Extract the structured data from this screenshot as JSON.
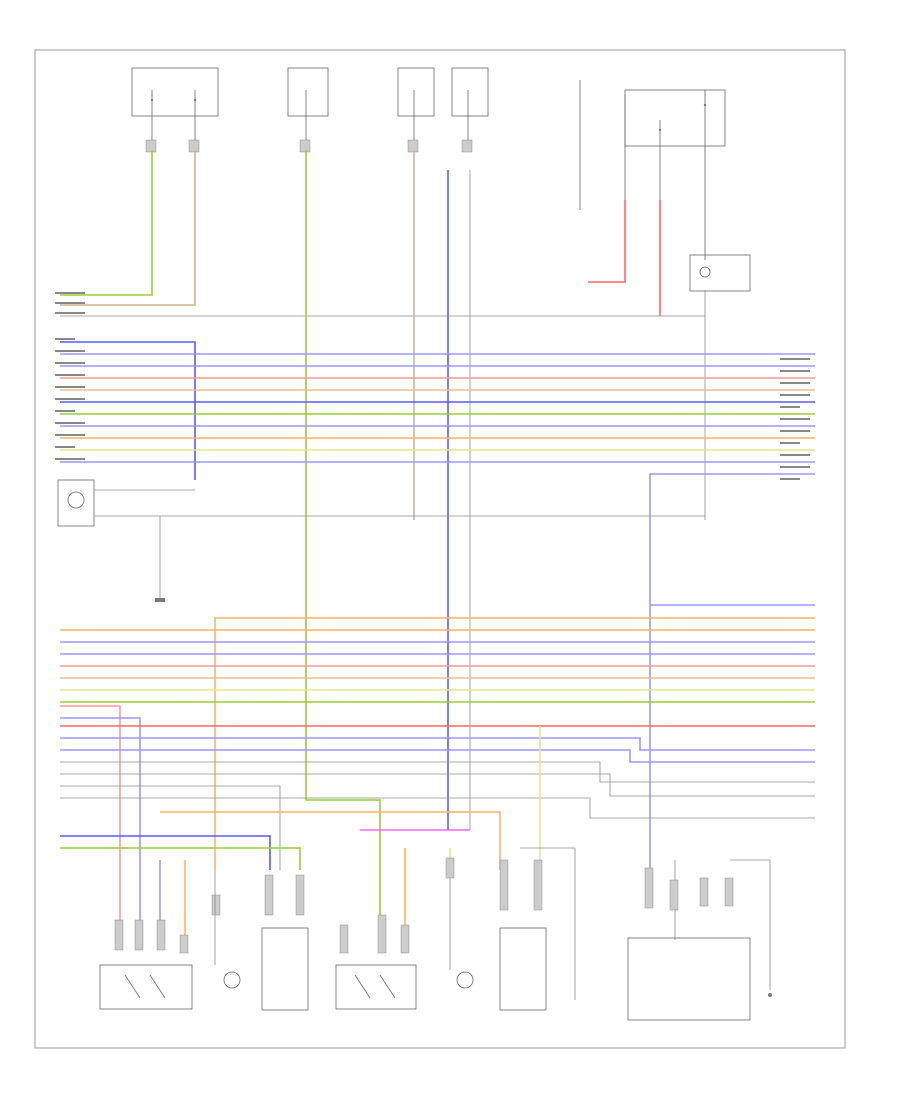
{
  "diagram": {
    "page_label": "",
    "top_fuse_blocks": [
      {
        "id": "fuse-1",
        "label": ""
      },
      {
        "id": "fuse-2",
        "label": ""
      },
      {
        "id": "fuse-3",
        "label": ""
      },
      {
        "id": "fuse-4",
        "label": ""
      },
      {
        "id": "fuse-5",
        "label": ""
      }
    ],
    "components": [
      {
        "id": "left-sliding-switch",
        "caption": ""
      },
      {
        "id": "left-sliding-motor",
        "caption": ""
      },
      {
        "id": "right-sliding-switch",
        "caption": ""
      },
      {
        "id": "right-sliding-motor",
        "caption": ""
      },
      {
        "id": "position-sensor",
        "caption": ""
      },
      {
        "id": "ground-right-module",
        "caption": ""
      }
    ],
    "wire_colors": {
      "green": "#9acd32",
      "tan": "#d2b48c",
      "blue": "#5a5aff",
      "violet": "#9999ff",
      "pink": "#ff9999",
      "orange": "#ffb366",
      "yellow": "#e6e68c",
      "gray": "#999999",
      "red": "#ff6666",
      "magenta": "#ff66ff"
    }
  }
}
